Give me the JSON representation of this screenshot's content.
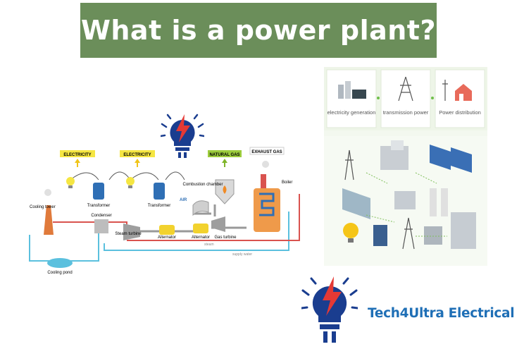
{
  "header": {
    "title": "What is a power plant?"
  },
  "plant_diagram": {
    "labels": {
      "electricity_1": "ELECTRICITY",
      "electricity_2": "ELECTRICITY",
      "natural_gas": "NATURAL GAS",
      "exhaust_gas": "EXHAUST GAS",
      "transformer_1": "Transformer",
      "transformer_2": "Transformer",
      "combustion_chamber": "Combustion chamber",
      "boiler": "Boiler",
      "air": "AIR",
      "cooling_tower": "Cooling tower",
      "condenser": "Condenser",
      "steam_turbine": "Steam turbine",
      "alternator_1": "Alternator",
      "alternator_2": "Alternator",
      "gas_turbine": "Gas turbine",
      "cooling_pond": "Cooling pond",
      "steam": "steam",
      "supply_water": "supply water"
    }
  },
  "flow_panel": {
    "steps": [
      {
        "label": "electricity generation"
      },
      {
        "label": "transmission power"
      },
      {
        "label": "Power distribution"
      }
    ]
  },
  "brand": {
    "name": "Tech4Ultra Electrical",
    "colors": {
      "bulb": "#1a3d8f",
      "bolt": "#e53935",
      "text": "#1f6fb6"
    }
  },
  "colors": {
    "banner": "#6b8e5a",
    "electricity_tag": "#f5e642",
    "gas_tag": "#9ccc3c"
  }
}
